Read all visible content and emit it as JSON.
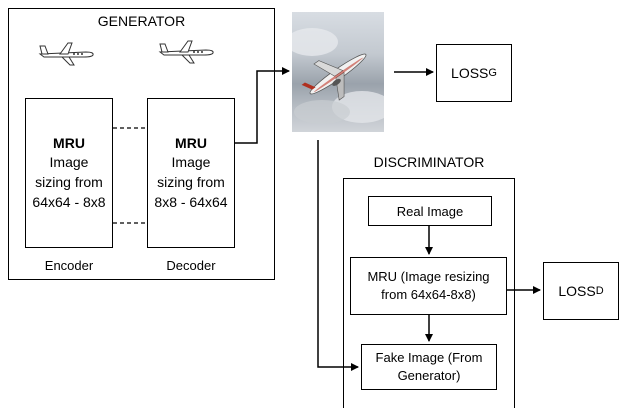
{
  "generator": {
    "title": "GENERATOR",
    "encoder": {
      "heading": "MRU",
      "lines": [
        "Image",
        "sizing from",
        "64x64 - 8x8"
      ],
      "caption": "Encoder"
    },
    "decoder": {
      "heading": "MRU",
      "lines": [
        "Image",
        "sizing from",
        "8x8 - 64x64"
      ],
      "caption": "Decoder"
    }
  },
  "loss_g": {
    "main": "LOSS",
    "sub": "G"
  },
  "loss_d": {
    "main": "LOSS",
    "sub": "D"
  },
  "discriminator": {
    "title": "DISCRIMINATOR",
    "real_image": "Real Image",
    "mru": [
      "MRU (Image resizing",
      "from 64x64-8x8)"
    ],
    "fake_image": [
      "Fake Image (From",
      "Generator)"
    ]
  },
  "icons": [
    "airplane-sketch-icon",
    "airplane-photo"
  ]
}
